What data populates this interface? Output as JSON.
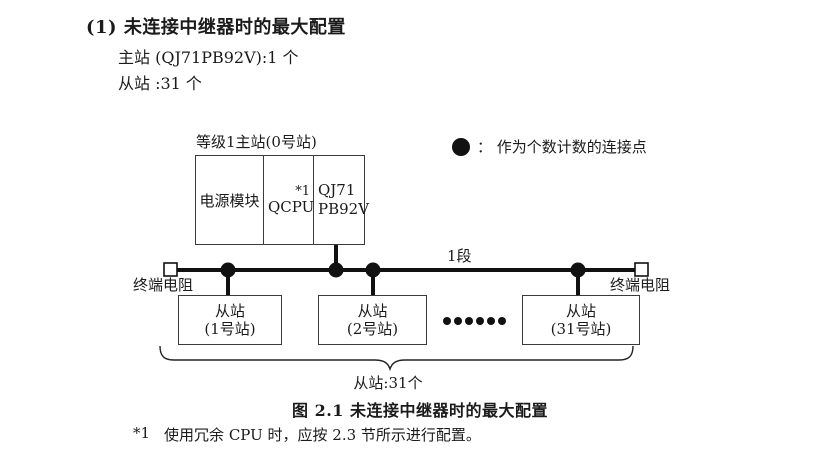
{
  "page": {
    "background": "#ffffff",
    "text_color": "#1b1b1b",
    "line_color": "#111111"
  },
  "header": {
    "title": "(1) 未连接中继器时的最大配置",
    "lines": [
      "主站 (QJ71PB92V):1 个",
      "从站 :31 个"
    ]
  },
  "diagram": {
    "master_station": {
      "label": "等级1主站(0号站)",
      "modules": [
        {
          "name": "电源模块"
        },
        {
          "name": "QCPU",
          "note": "*1"
        },
        {
          "line1": "QJ71",
          "line2": "PB92V"
        }
      ]
    },
    "legend": {
      "label": "： 作为个数计数的连接点"
    },
    "bus": {
      "segment_label": "1段",
      "terminator_left": "终端电阻",
      "terminator_right": "终端电阻"
    },
    "slaves": [
      {
        "line1": "从站",
        "line2": "(1号站)"
      },
      {
        "line1": "从站",
        "line2": "(2号站)"
      },
      {
        "line1": "从站",
        "line2": "(31号站)"
      }
    ],
    "ellipsis_dot_count": 6,
    "brace_label": "从站:31个"
  },
  "caption": "图 2.1 未连接中继器时的最大配置",
  "footnote": {
    "marker": "*1",
    "text": "使用冗余 CPU 时，应按 2.3 节所示进行配置。"
  }
}
